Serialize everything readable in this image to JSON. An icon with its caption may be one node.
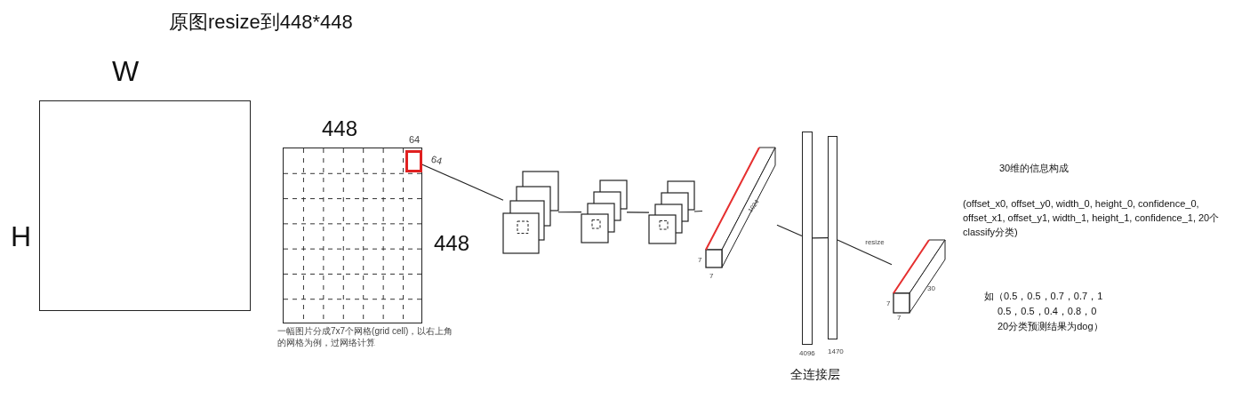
{
  "diagram": {
    "title": "原图resize到448*448",
    "nodes": [
      {
        "text": [],
        "shape": "box",
        "beside": [
          "W",
          "H"
        ]
      },
      {
        "text": [],
        "shape": "box",
        "beside": [
          "448",
          "448",
          "一幅图片分成7x7个网格(grid cell)，以右上角的网格为例，过网络计算"
        ]
      },
      {
        "text": [],
        "shape": "box",
        "in": 1,
        "beside": [
          "64",
          "64"
        ]
      },
      {
        "text": [],
        "shape": "box"
      },
      {
        "text": [],
        "shape": "box"
      },
      {
        "text": [],
        "shape": "box"
      },
      {
        "text": [],
        "shape": "box",
        "beside": [
          "7",
          "7",
          "1024"
        ]
      },
      {
        "text": [],
        "shape": "bar",
        "beside": [
          "4096"
        ]
      },
      {
        "text": [],
        "shape": "bar",
        "beside": [
          "1470"
        ]
      },
      {
        "text": [],
        "shape": "box",
        "beside": [
          "7",
          "7",
          "30"
        ]
      }
    ],
    "edges": [
      {
        "from": 2,
        "to": 3,
        "arrow": "none"
      },
      {
        "from": 3,
        "to": 4,
        "arrow": "none"
      },
      {
        "from": 4,
        "to": 5,
        "arrow": "none"
      },
      {
        "from": 5,
        "to": 6,
        "arrow": "none"
      },
      {
        "from": 6,
        "to": 7,
        "arrow": "none"
      },
      {
        "from": 7,
        "to": 8,
        "arrow": "none"
      },
      {
        "from": 8,
        "to": 9,
        "arrow": "none",
        "label": "resize"
      }
    ],
    "labels": [
      "全连接层",
      "30维的信息构成",
      "(offset_x0, offset_y0, width_0, height_0, confidence_0, offset_x1, offset_y1, width_1, height_1, confidence_1, 20个classify分类)",
      "如（0.5，0.5，0.7，0.7，1",
      "0.5，0.5，0.4，0.8，0",
      "20分类预测结果为dog）"
    ]
  }
}
